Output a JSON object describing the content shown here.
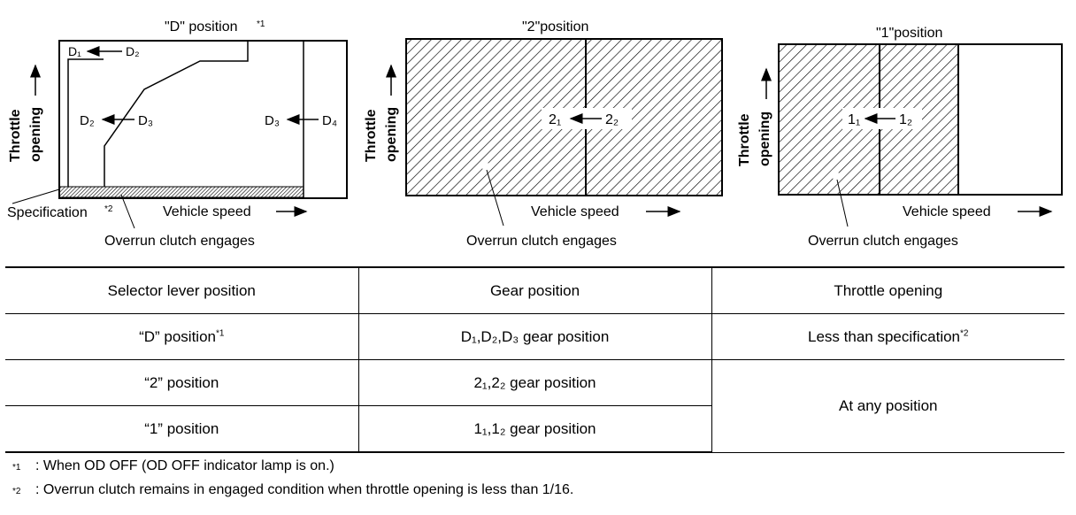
{
  "diagrams": {
    "d_position": {
      "title": "\"D\" position",
      "title_mark": "*1",
      "axis_y": "Throttle opening",
      "axis_y_line1": "Throttle",
      "axis_y_line2": "opening",
      "axis_x": "Vehicle speed",
      "label_d1": "D₁",
      "label_d2_top": "D₂",
      "label_d2": "D₂",
      "label_d3_left": "D₃",
      "label_d3_right": "D₃",
      "label_d4": "D₄",
      "spec_label": "Specification",
      "spec_mark": "*2",
      "callout": "Overrun clutch engages"
    },
    "pos_2": {
      "title": "\"2\"position",
      "axis_y_line1": "Throttle",
      "axis_y_line2": "opening",
      "axis_x": "Vehicle speed",
      "shift_from": "2₂",
      "shift_to": "2₁",
      "callout": "Overrun clutch engages"
    },
    "pos_1": {
      "title": "\"1\"position",
      "axis_y_line1": "Throttle",
      "axis_y_line2": "opening",
      "axis_x": "Vehicle speed",
      "shift_from": "1₂",
      "shift_to": "1₁",
      "callout": "Overrun clutch engages"
    }
  },
  "table": {
    "headers": [
      "Selector lever position",
      "Gear position",
      "Throttle opening"
    ],
    "rows": [
      {
        "selector": "“D” position",
        "selector_mark": "*1",
        "gear": "D₁,D₂,D₃ gear position",
        "throttle": "Less than specification",
        "throttle_mark": "*2"
      },
      {
        "selector": "“2” position",
        "gear": "2₁,2₂ gear position",
        "throttle": "At any position"
      },
      {
        "selector": "“1” position",
        "gear": "1₁,1₂ gear position"
      }
    ]
  },
  "notes": [
    {
      "mark": "*1",
      "text": ":  When OD OFF (OD OFF indicator lamp is on.)"
    },
    {
      "mark": "*2",
      "text": ":  Overrun clutch remains in engaged condition when throttle opening is less than 1/16."
    }
  ]
}
